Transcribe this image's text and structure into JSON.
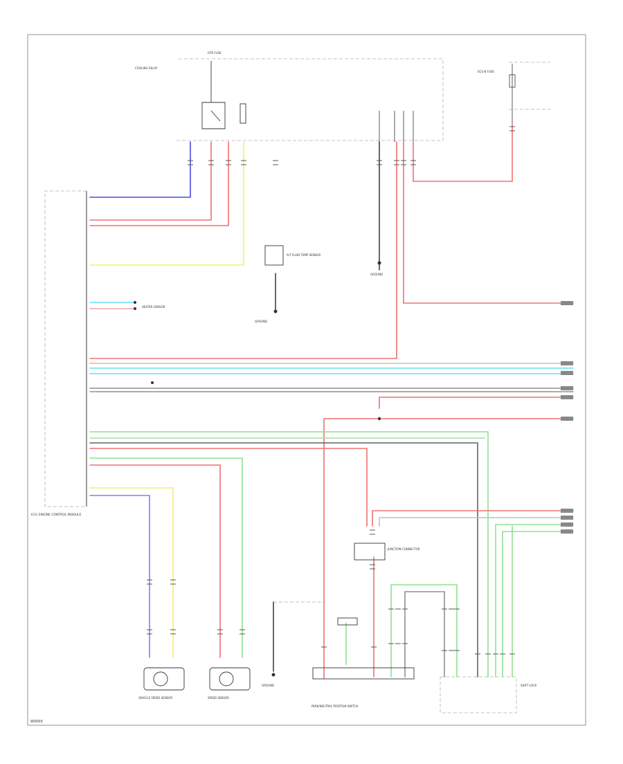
{
  "diagram": {
    "colors": {
      "blue": "#4a4ae0",
      "red": "#f07070",
      "pink": "#f4a0a8",
      "yellow": "#f0f070",
      "cyan": "#60e0f0",
      "green": "#90e090",
      "gray": "#909090",
      "black": "#202020",
      "frame": "#909090",
      "dash": "#b0b0b0"
    },
    "labels": {
      "footer": "W0000",
      "top_fuse": "HTR FUSE",
      "cooling_relay": "COOLING RELAY",
      "right_fuse": "ECU-B FUSE",
      "ecm_label": "ECU ENGINE CONTROL MODULE",
      "ground_1": "GROUND",
      "ground_2": "GROUND",
      "heater_sensor": "HEATER SENSOR",
      "atf_sensor": "A/T FLUID TEMP SENSOR",
      "shift_position_switch": "PARK/NEUTRAL POSITION SWITCH",
      "joint": "JUNCTION CONNECTOR",
      "sensor_1": "VEHICLE SPEED SENSOR",
      "sensor_2": "SPEED SENSOR",
      "ground_3": "GROUND",
      "lock_switch": "SHIFT LOCK"
    }
  }
}
